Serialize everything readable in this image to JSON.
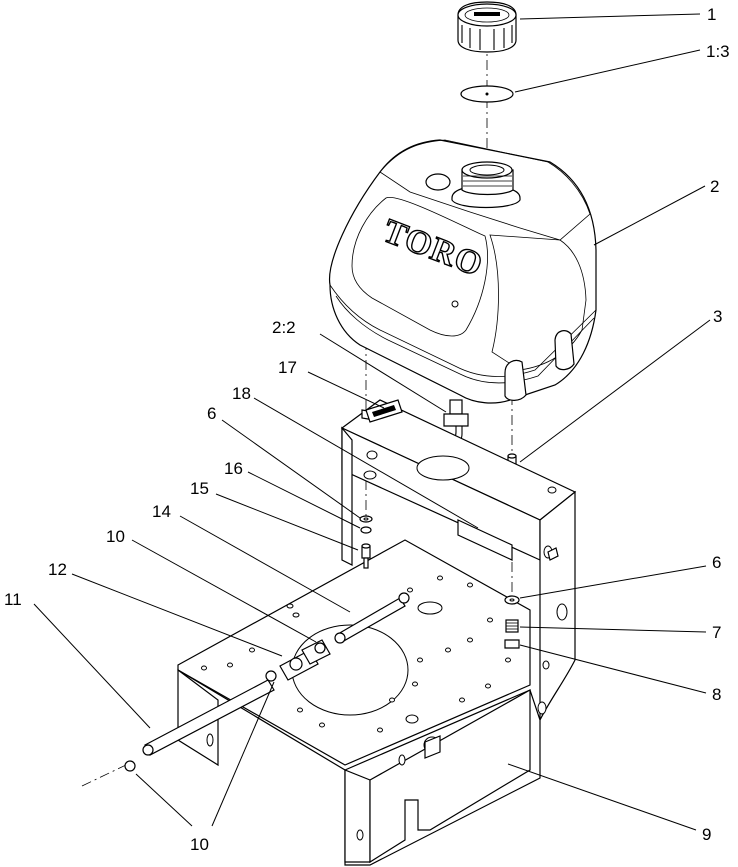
{
  "diagram": {
    "brand_logo": "TORO",
    "callouts": [
      {
        "id": "c1",
        "label": "1"
      },
      {
        "id": "c1_3",
        "label": "1:3"
      },
      {
        "id": "c2",
        "label": "2"
      },
      {
        "id": "c2_2",
        "label": "2:2"
      },
      {
        "id": "c3",
        "label": "3"
      },
      {
        "id": "c17",
        "label": "17"
      },
      {
        "id": "c18",
        "label": "18"
      },
      {
        "id": "c6a",
        "label": "6"
      },
      {
        "id": "c16",
        "label": "16"
      },
      {
        "id": "c15",
        "label": "15"
      },
      {
        "id": "c14",
        "label": "14"
      },
      {
        "id": "c10a",
        "label": "10"
      },
      {
        "id": "c12",
        "label": "12"
      },
      {
        "id": "c11",
        "label": "11"
      },
      {
        "id": "c6b",
        "label": "6"
      },
      {
        "id": "c7",
        "label": "7"
      },
      {
        "id": "c8",
        "label": "8"
      },
      {
        "id": "c9",
        "label": "9"
      },
      {
        "id": "c10b",
        "label": "10"
      }
    ]
  }
}
